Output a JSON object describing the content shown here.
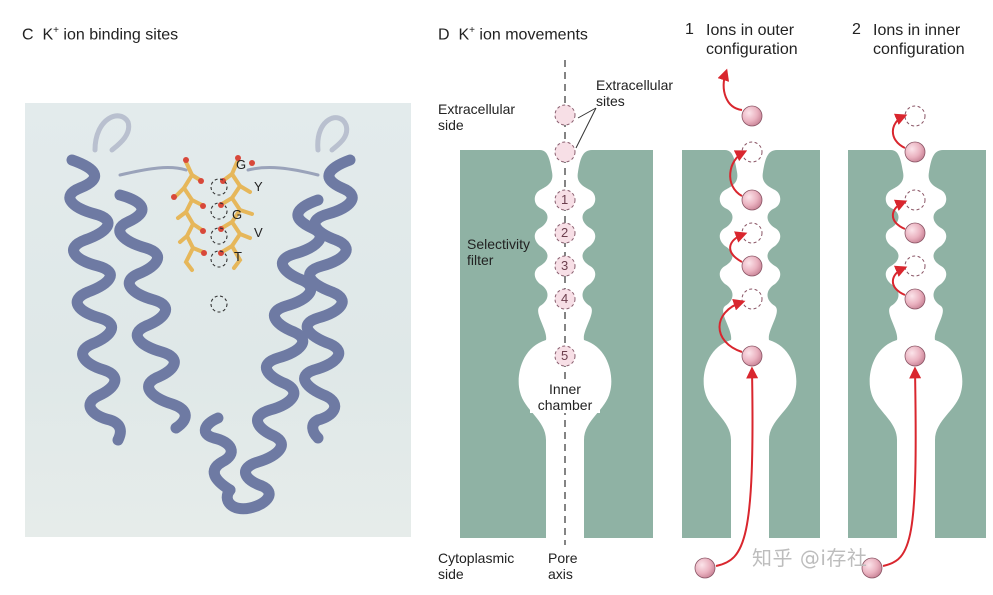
{
  "panelC": {
    "letter": "C",
    "title_prefix": "K",
    "title_sup": "+",
    "title_rest": " ion binding sites",
    "residues": [
      "G",
      "Y",
      "G",
      "V",
      "T"
    ]
  },
  "panelD": {
    "letter": "D",
    "title_prefix": "K",
    "title_sup": "+",
    "title_rest": " ion movements",
    "extracellular_sites": "Extracellular sites",
    "extracellular_side": [
      "Extracellular",
      "side"
    ],
    "selectivity_filter": [
      "Selectivity",
      "filter"
    ],
    "site_numbers": [
      "1",
      "2",
      "3",
      "4",
      "5"
    ],
    "inner_chamber": [
      "Inner",
      "chamber"
    ],
    "cytoplasmic_side": [
      "Cytoplasmic",
      "side"
    ],
    "pore_axis": [
      "Pore",
      "axis"
    ]
  },
  "config1": {
    "number": "1",
    "title_lines": [
      "Ions in outer",
      "configuration"
    ]
  },
  "config2": {
    "number": "2",
    "title_lines": [
      "Ions in inner",
      "configuration"
    ]
  },
  "watermark": "知乎 @i存社",
  "colors": {
    "membrane": "#8fb2a4",
    "ion": "#eab2c0",
    "arrow": "#d9262e",
    "helix": "#6e7aa3",
    "photo_bg": "#e2eaeb",
    "carbon": "#e6b75a",
    "oxygen": "#d8483a"
  }
}
